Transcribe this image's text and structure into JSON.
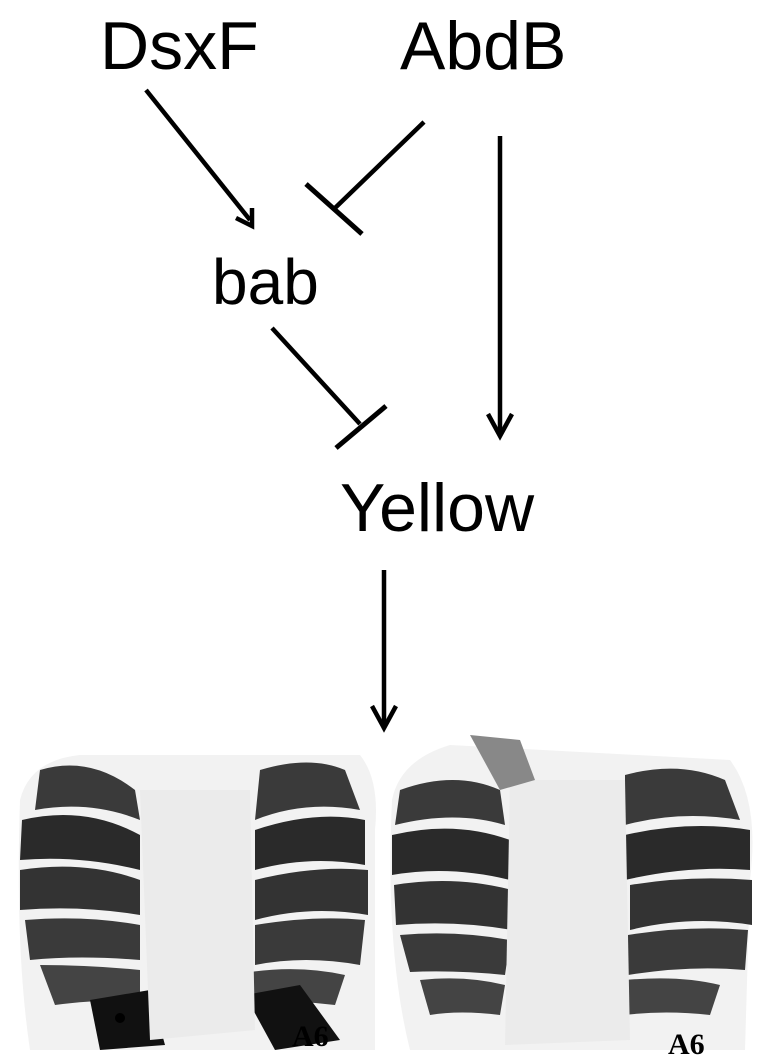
{
  "nodes": {
    "dsxf": "DsxF",
    "abdb": "AbdB",
    "bab": "bab",
    "yellow": "Yellow"
  },
  "edges": [
    {
      "from": "DsxF",
      "to": "bab",
      "type": "activation"
    },
    {
      "from": "AbdB",
      "to": "bab",
      "type": "repression"
    },
    {
      "from": "AbdB",
      "to": "Yellow",
      "type": "activation"
    },
    {
      "from": "bab",
      "to": "Yellow",
      "type": "repression"
    },
    {
      "from": "Yellow",
      "to": "pigmentation",
      "type": "activation"
    }
  ],
  "panels": [
    {
      "label": "A6"
    },
    {
      "label": "A6"
    }
  ],
  "colors": {
    "ink": "#000000",
    "cuticle": "#e8e8e8",
    "dark_band": "#1a1a1a"
  }
}
